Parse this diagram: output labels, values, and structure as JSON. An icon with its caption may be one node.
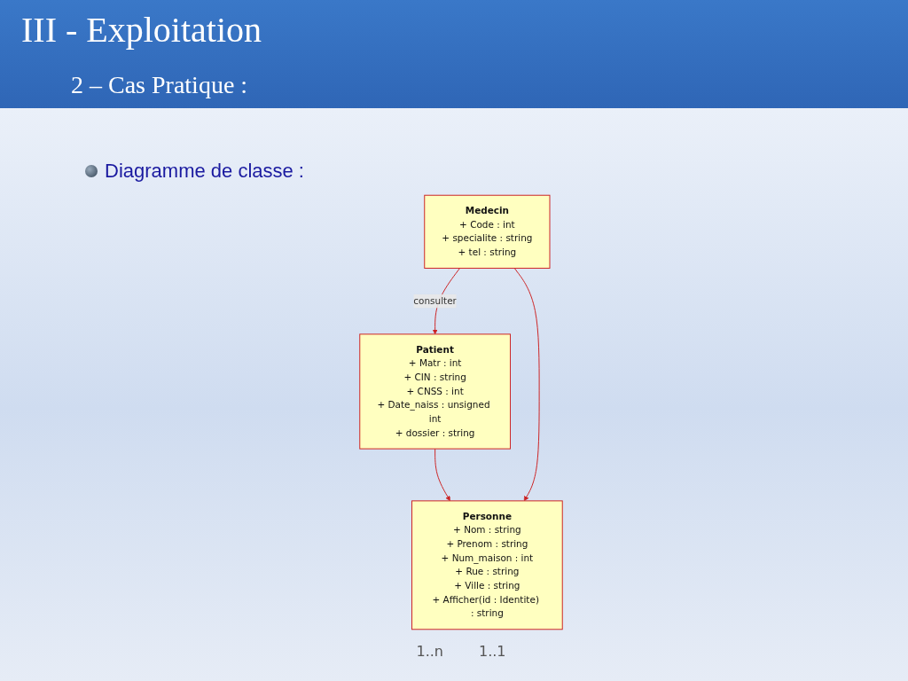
{
  "diagram": {
    "title": "III - Exploitation",
    "nodes": [
      {
        "text": [
          "Personne",
          "+ Nom : string",
          "+ Prenom : string",
          "+ Num_maison : int",
          "+ Rue : string",
          "+ Ville : string",
          "+ Afficher(id : Identite) : string"
        ]
      },
      {
        "text": [
          "Patient",
          "+ Matr : int",
          "+ CIN : string",
          "+ CNSS : int",
          "+ Date_naiss : unsigned int",
          "+ dossier : string"
        ]
      },
      {
        "text": [
          "Medecin",
          "+ Code : int",
          "+ specialite : string",
          "+ tel : string"
        ]
      }
    ],
    "edges": [
      {
        "from": 1,
        "to": 0,
        "arrow": "to"
      },
      {
        "from": 2,
        "to": 0,
        "arrow": "to"
      },
      {
        "from": 2,
        "to": 1,
        "arrow": "to",
        "label": "consulter"
      }
    ],
    "labels": [
      "2 – Cas Pratique :",
      "Diagramme de classe :",
      "1..n",
      "1..1"
    ]
  }
}
